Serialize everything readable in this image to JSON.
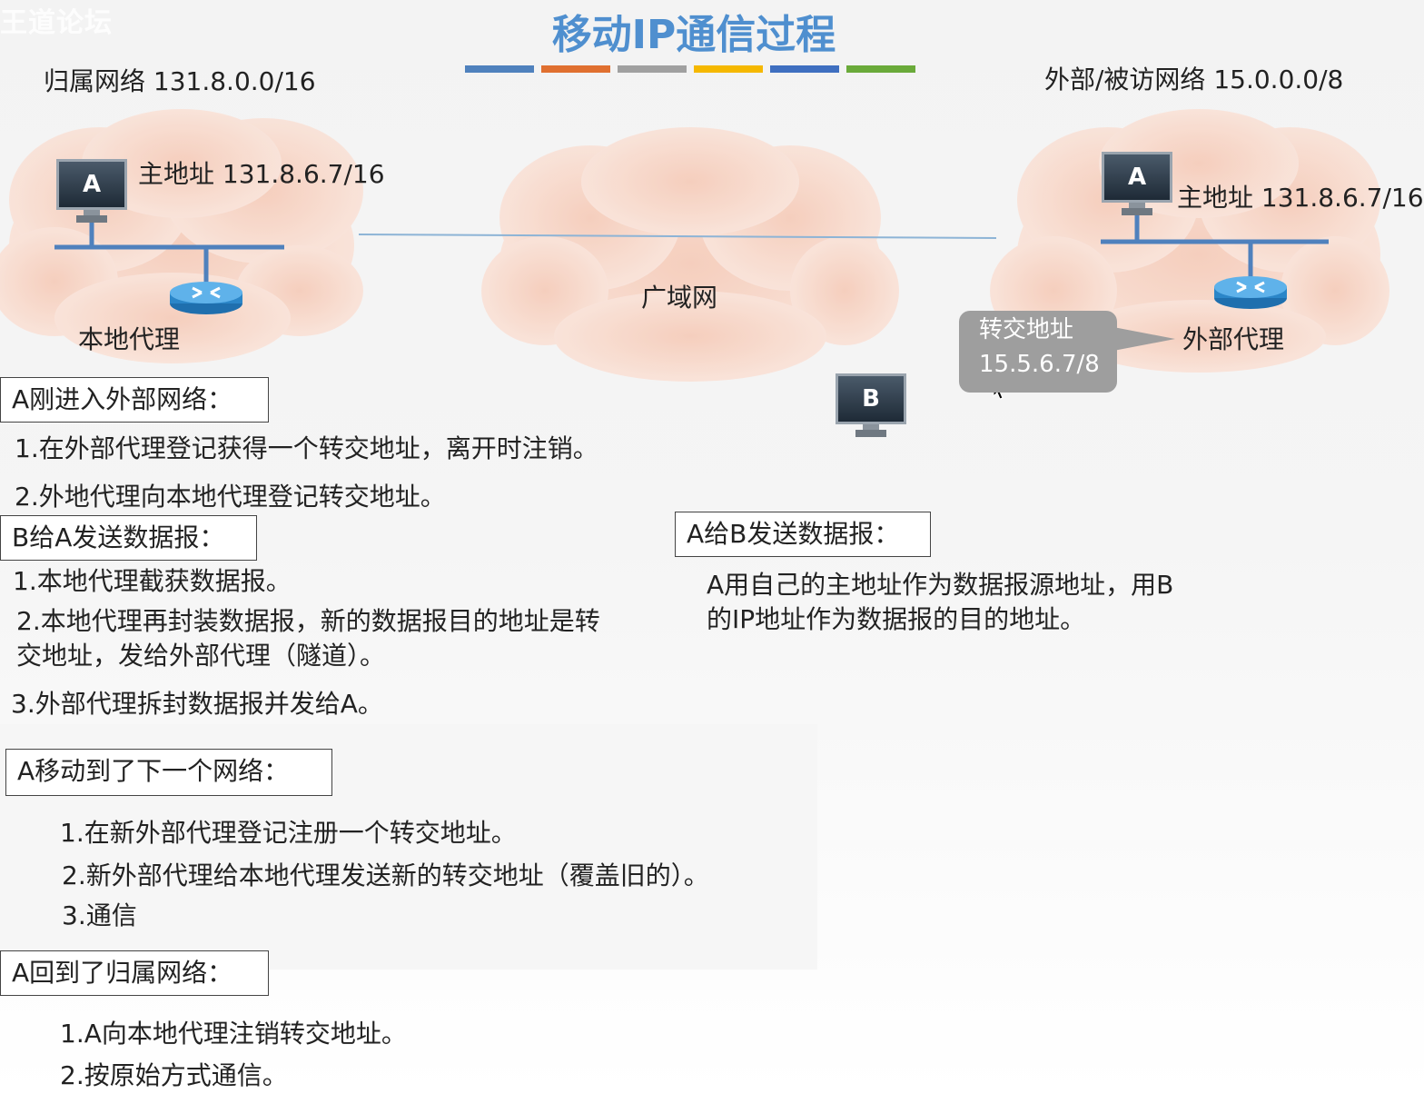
{
  "watermark": "王道论坛",
  "title": "移动IP通信过程",
  "color_strip": [
    "#4f81bd",
    "#e07030",
    "#a0a0a0",
    "#f5b800",
    "#3f6fc0",
    "#6aaa3a"
  ],
  "home_network": {
    "label": "归属网络 131.8.0.0/16"
  },
  "foreign_network": {
    "label": "外部/被访网络 15.0.0.0/8"
  },
  "home_host": {
    "letter": "A",
    "address": "主地址 131.8.6.7/16"
  },
  "foreign_host": {
    "letter": "A",
    "address": "主地址 131.8.6.7/16"
  },
  "home_agent": {
    "label": "本地代理"
  },
  "foreign_agent": {
    "label": "外部代理"
  },
  "wan": {
    "label": "广域网"
  },
  "care_of": {
    "line1": "转交地址",
    "line2": "15.5.6.7/8"
  },
  "host_b": {
    "letter": "B"
  },
  "section_enter": {
    "heading": "A刚进入外部网络：",
    "items": [
      "1.在外部代理登记获得一个转交地址，离开时注销。",
      "2.外地代理向本地代理登记转交地址。"
    ]
  },
  "section_b_to_a": {
    "heading": "B给A发送数据报：",
    "items": [
      "1.本地代理截获数据报。",
      "2.本地代理再封装数据报，新的数据报目的地址是转",
      "交地址，发给外部代理（隧道）。",
      "3.外部代理拆封数据报并发给A。"
    ]
  },
  "section_a_to_b": {
    "heading": "A给B发送数据报：",
    "items": [
      "A用自己的主地址作为数据报源地址，用B",
      "的IP地址作为数据报的目的地址。"
    ]
  },
  "section_move": {
    "heading": "A移动到了下一个网络：",
    "items": [
      "1.在新外部代理登记注册一个转交地址。",
      "2.新外部代理给本地代理发送新的转交地址（覆盖旧的）。",
      "3.通信"
    ]
  },
  "section_return": {
    "heading": "A回到了归属网络：",
    "items": [
      "1.A向本地代理注销转交地址。",
      "2.按原始方式通信。"
    ]
  }
}
